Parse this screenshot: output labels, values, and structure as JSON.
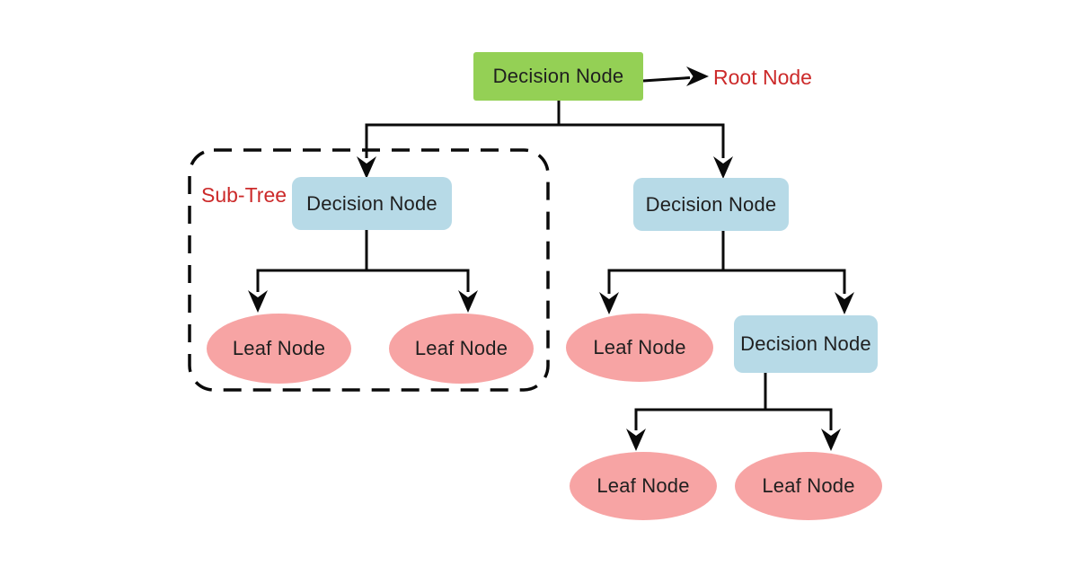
{
  "diagram": {
    "type": "decision-tree",
    "colors": {
      "root_fill": "#94d055",
      "decision_fill": "#b7dae7",
      "leaf_fill": "#f7a4a4",
      "edge": "#0a0a0a",
      "node_text": "#1f1f1f",
      "annotation_text": "#cc2a2a",
      "background": "#ffffff"
    },
    "nodes": {
      "root": {
        "label": "Decision Node",
        "shape": "rectangle",
        "role": "root"
      },
      "subtree_decision": {
        "label": "Decision Node",
        "shape": "rounded-rectangle",
        "role": "decision"
      },
      "subtree_leaf_left": {
        "label": "Leaf Node",
        "shape": "ellipse",
        "role": "leaf"
      },
      "subtree_leaf_right": {
        "label": "Leaf Node",
        "shape": "ellipse",
        "role": "leaf"
      },
      "right_decision": {
        "label": "Decision Node",
        "shape": "rounded-rectangle",
        "role": "decision"
      },
      "right_leaf": {
        "label": "Leaf Node",
        "shape": "ellipse",
        "role": "leaf"
      },
      "lower_decision": {
        "label": "Decision Node",
        "shape": "rounded-rectangle",
        "role": "decision"
      },
      "lower_leaf_left": {
        "label": "Leaf Node",
        "shape": "ellipse",
        "role": "leaf"
      },
      "lower_leaf_right": {
        "label": "Leaf Node",
        "shape": "ellipse",
        "role": "leaf"
      }
    },
    "annotations": {
      "root_label": "Root Node",
      "subtree_label": "Sub-Tree"
    },
    "edges": [
      {
        "from": "root",
        "to": "subtree_decision"
      },
      {
        "from": "root",
        "to": "right_decision"
      },
      {
        "from": "subtree_decision",
        "to": "subtree_leaf_left"
      },
      {
        "from": "subtree_decision",
        "to": "subtree_leaf_right"
      },
      {
        "from": "right_decision",
        "to": "right_leaf"
      },
      {
        "from": "right_decision",
        "to": "lower_decision"
      },
      {
        "from": "lower_decision",
        "to": "lower_leaf_left"
      },
      {
        "from": "lower_decision",
        "to": "lower_leaf_right"
      },
      {
        "from": "root",
        "to": "root_label_annotation"
      }
    ]
  }
}
